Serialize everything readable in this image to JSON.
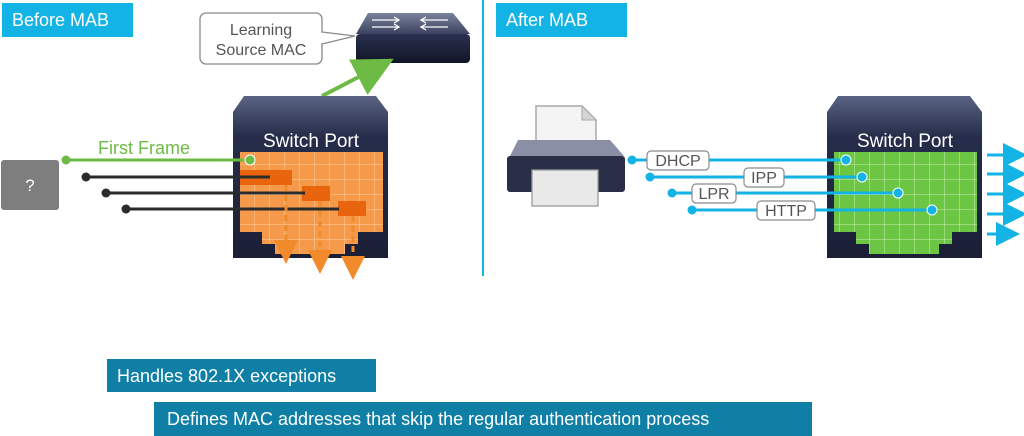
{
  "panels": {
    "before": {
      "label": "Before MAB"
    },
    "after": {
      "label": "After MAB"
    }
  },
  "callout": {
    "line1": "Learning",
    "line2": "Source MAC"
  },
  "first_frame": "First Frame",
  "unknown_device": "?",
  "switch_port_label": "Switch Port",
  "protocols": [
    "DHCP",
    "IPP",
    "LPR",
    "HTTP"
  ],
  "notes": [
    "Handles 802.1X exceptions",
    "Defines MAC addresses that skip the regular authentication process"
  ],
  "colors": {
    "accent_cyan": "#14b3e6",
    "accent_teal": "#0f7fa6",
    "frame_green": "#6dbb45",
    "blocked_orange": "#f08a2a",
    "port_green": "#6cc644",
    "port_dark": "#262d4a"
  }
}
